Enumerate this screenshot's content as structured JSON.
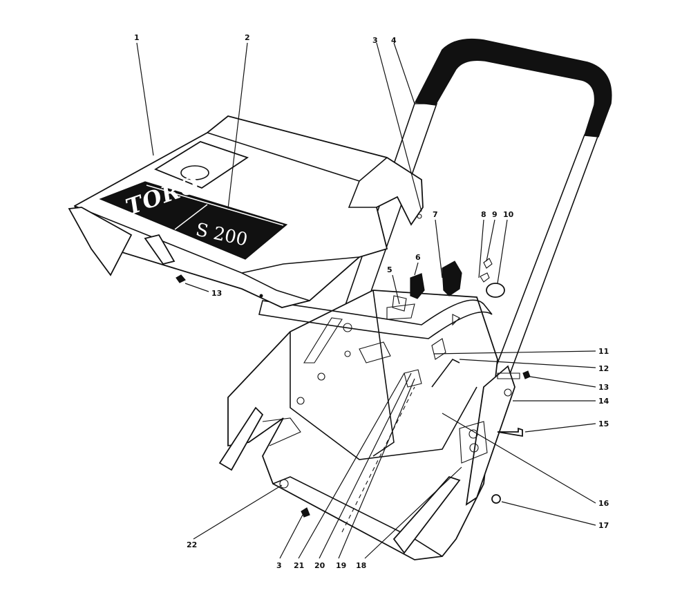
{
  "diagram": {
    "logo_brand": "TORO",
    "logo_model": "S 200",
    "callouts": [
      {
        "id": "c1",
        "label": "1"
      },
      {
        "id": "c2",
        "label": "2"
      },
      {
        "id": "c3a",
        "label": "3"
      },
      {
        "id": "c4",
        "label": "4"
      },
      {
        "id": "c5",
        "label": "5"
      },
      {
        "id": "c6",
        "label": "6"
      },
      {
        "id": "c7",
        "label": "7"
      },
      {
        "id": "c8",
        "label": "8"
      },
      {
        "id": "c9",
        "label": "9"
      },
      {
        "id": "c10",
        "label": "10"
      },
      {
        "id": "c11",
        "label": "11"
      },
      {
        "id": "c12",
        "label": "12"
      },
      {
        "id": "c13a",
        "label": "13"
      },
      {
        "id": "c13b",
        "label": "13"
      },
      {
        "id": "c14",
        "label": "14"
      },
      {
        "id": "c15",
        "label": "15"
      },
      {
        "id": "c16",
        "label": "16"
      },
      {
        "id": "c17",
        "label": "17"
      },
      {
        "id": "c18",
        "label": "18"
      },
      {
        "id": "c19",
        "label": "19"
      },
      {
        "id": "c20",
        "label": "20"
      },
      {
        "id": "c21",
        "label": "21"
      },
      {
        "id": "c22",
        "label": "22"
      },
      {
        "id": "c3b",
        "label": "3"
      }
    ]
  }
}
